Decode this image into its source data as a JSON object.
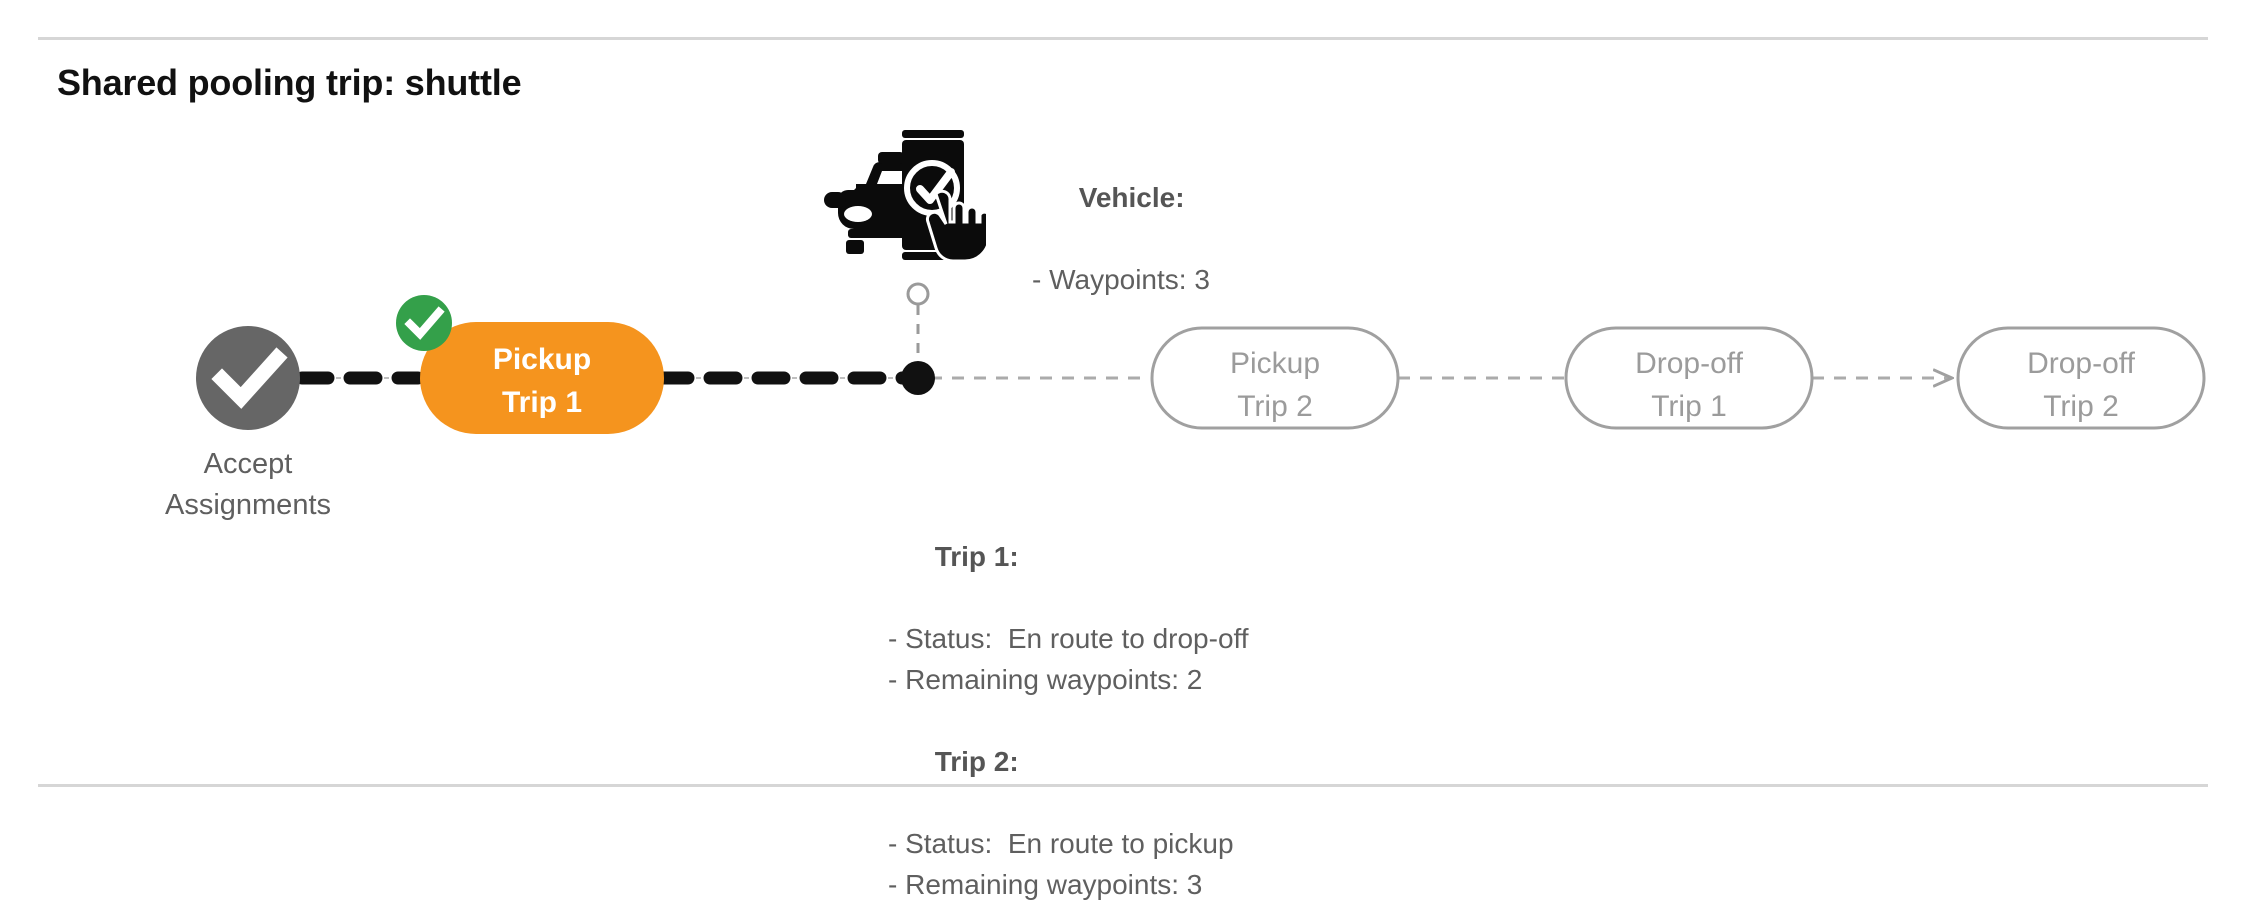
{
  "page": {
    "title": "Shared pooling trip: shuttle"
  },
  "colors": {
    "accent_orange": "#F5941E",
    "success_green": "#34A04A",
    "node_gray": "#666666",
    "outline_gray": "#A0A0A0",
    "text_gray": "#5F5F5F",
    "divider_gray": "#D6D6D6",
    "track_black": "#111111",
    "track_dashed_gray": "#ABABAB"
  },
  "timeline": {
    "start_node": {
      "icon": "check-circle-icon",
      "caption": "Accept\nAssignments"
    },
    "nodes": [
      {
        "id": "pickup-trip-1",
        "label": "Pickup\nTrip 1",
        "state": "completed",
        "badge": "check-badge-icon"
      },
      {
        "id": "pickup-trip-2",
        "label": "Pickup\nTrip 2",
        "state": "upcoming",
        "badge": null
      },
      {
        "id": "drop-off-trip-1",
        "label": "Drop-off\nTrip 1",
        "state": "upcoming",
        "badge": null
      },
      {
        "id": "drop-off-trip-2",
        "label": "Drop-off\nTrip 2",
        "state": "upcoming",
        "badge": null
      }
    ],
    "current_position_marker": {
      "name": "vehicle-position-dot",
      "connector": "vehicle-connector-line"
    }
  },
  "vehicle_info": {
    "heading": "Vehicle",
    "heading_suffix": ":",
    "lines": [
      "- Waypoints: 3"
    ]
  },
  "trip_info": {
    "trips": [
      {
        "heading": "Trip 1",
        "heading_suffix": ":",
        "status_line": "- Status:  En route to drop-off",
        "waypoints_line": "- Remaining waypoints: 2"
      },
      {
        "heading": "Trip 2",
        "heading_suffix": ":",
        "status_line": "- Status:  En route to pickup",
        "waypoints_line": "- Remaining waypoints: 3"
      }
    ]
  },
  "icons": {
    "vehicle": "vehicle-with-phone-check-icon",
    "start": "check-circle-icon",
    "badge": "check-badge-icon",
    "arrow": "arrow-right-icon"
  }
}
